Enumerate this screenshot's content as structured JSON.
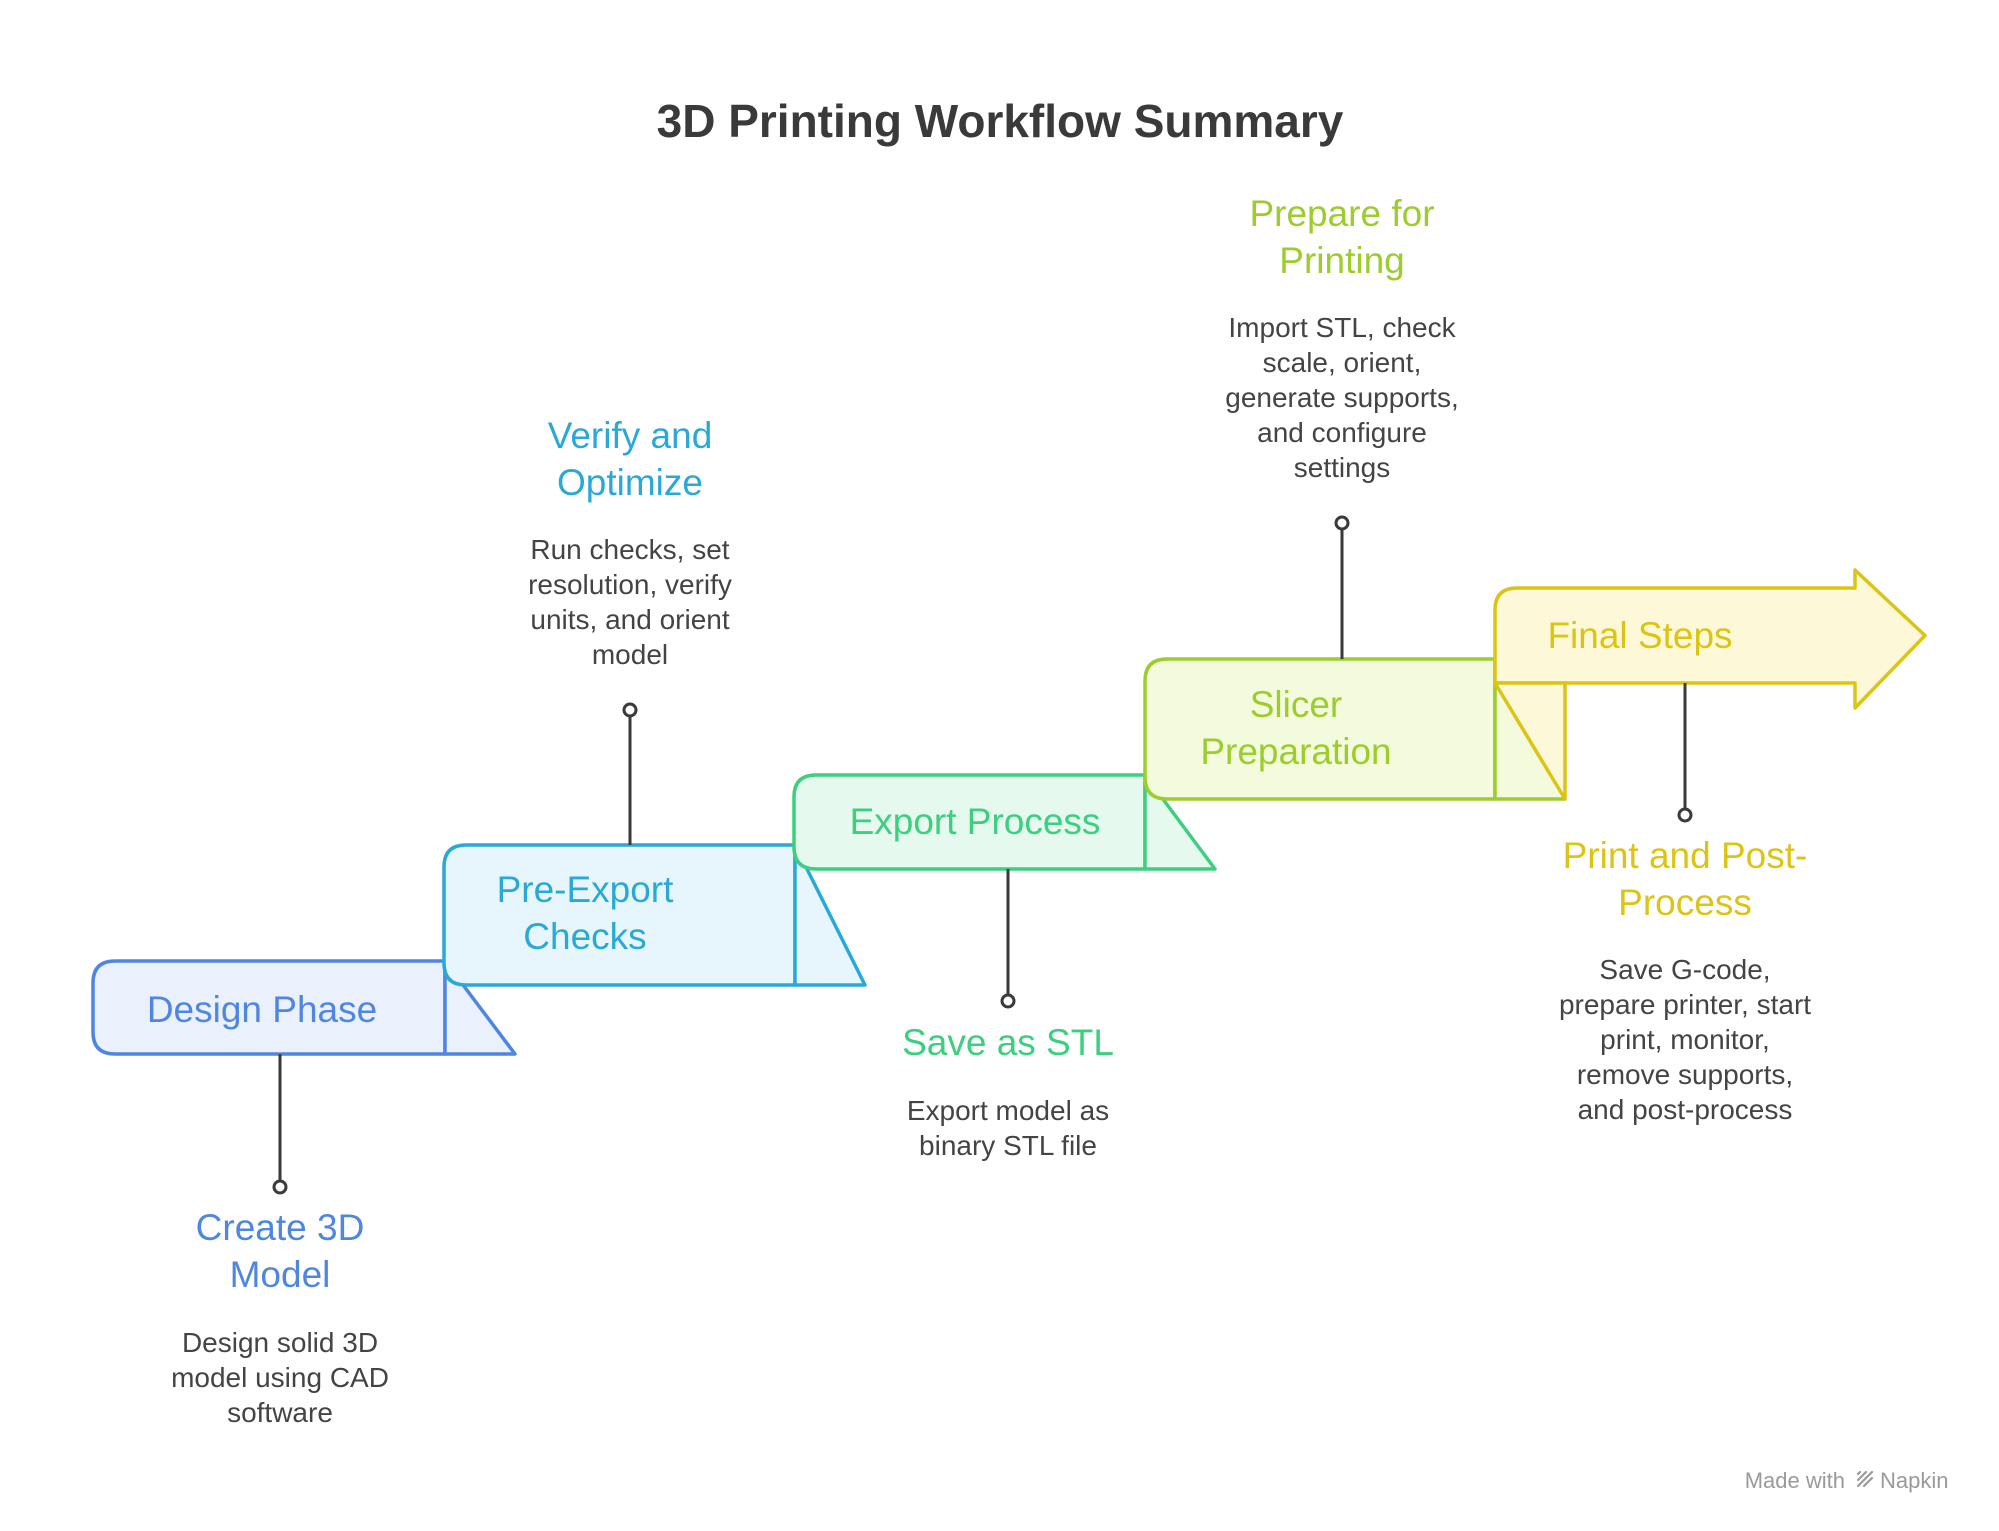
{
  "title": "3D Printing Workflow Summary",
  "steps": [
    {
      "label": [
        "Design Phase"
      ],
      "heading": [
        "Create 3D",
        "Model"
      ],
      "description": [
        "Design solid 3D",
        "model using CAD",
        "software"
      ],
      "color": "#4f86e0",
      "fill": "#eaf0fc"
    },
    {
      "label": [
        "Pre-Export",
        "Checks"
      ],
      "heading": [
        "Verify and",
        "Optimize"
      ],
      "description": [
        "Run checks, set",
        "resolution, verify",
        "units, and orient",
        "model"
      ],
      "color": "#2aa9d6",
      "fill": "#e6f6fc"
    },
    {
      "label": [
        "Export Process"
      ],
      "heading": [
        "Save as STL"
      ],
      "description": [
        "Export model as",
        "binary STL file"
      ],
      "color": "#3bcf7f",
      "fill": "#e6f9ef"
    },
    {
      "label": [
        "Slicer",
        "Preparation"
      ],
      "heading": [
        "Prepare for",
        "Printing"
      ],
      "description": [
        "Import STL, check",
        "scale, orient,",
        "generate supports,",
        "and configure",
        "settings"
      ],
      "color": "#9ccc2e",
      "fill": "#f3fbdc"
    },
    {
      "label": [
        "Final Steps"
      ],
      "heading": [
        "Print and Post-",
        "Process"
      ],
      "description": [
        "Save G-code,",
        "prepare printer, start",
        "print, monitor,",
        "remove supports,",
        "and post-process"
      ],
      "color": "#dcc416",
      "fill": "#fdf9d8"
    }
  ],
  "footer": {
    "made_with": "Made with",
    "brand": "Napkin",
    "icon": "napkin-logo-icon"
  }
}
